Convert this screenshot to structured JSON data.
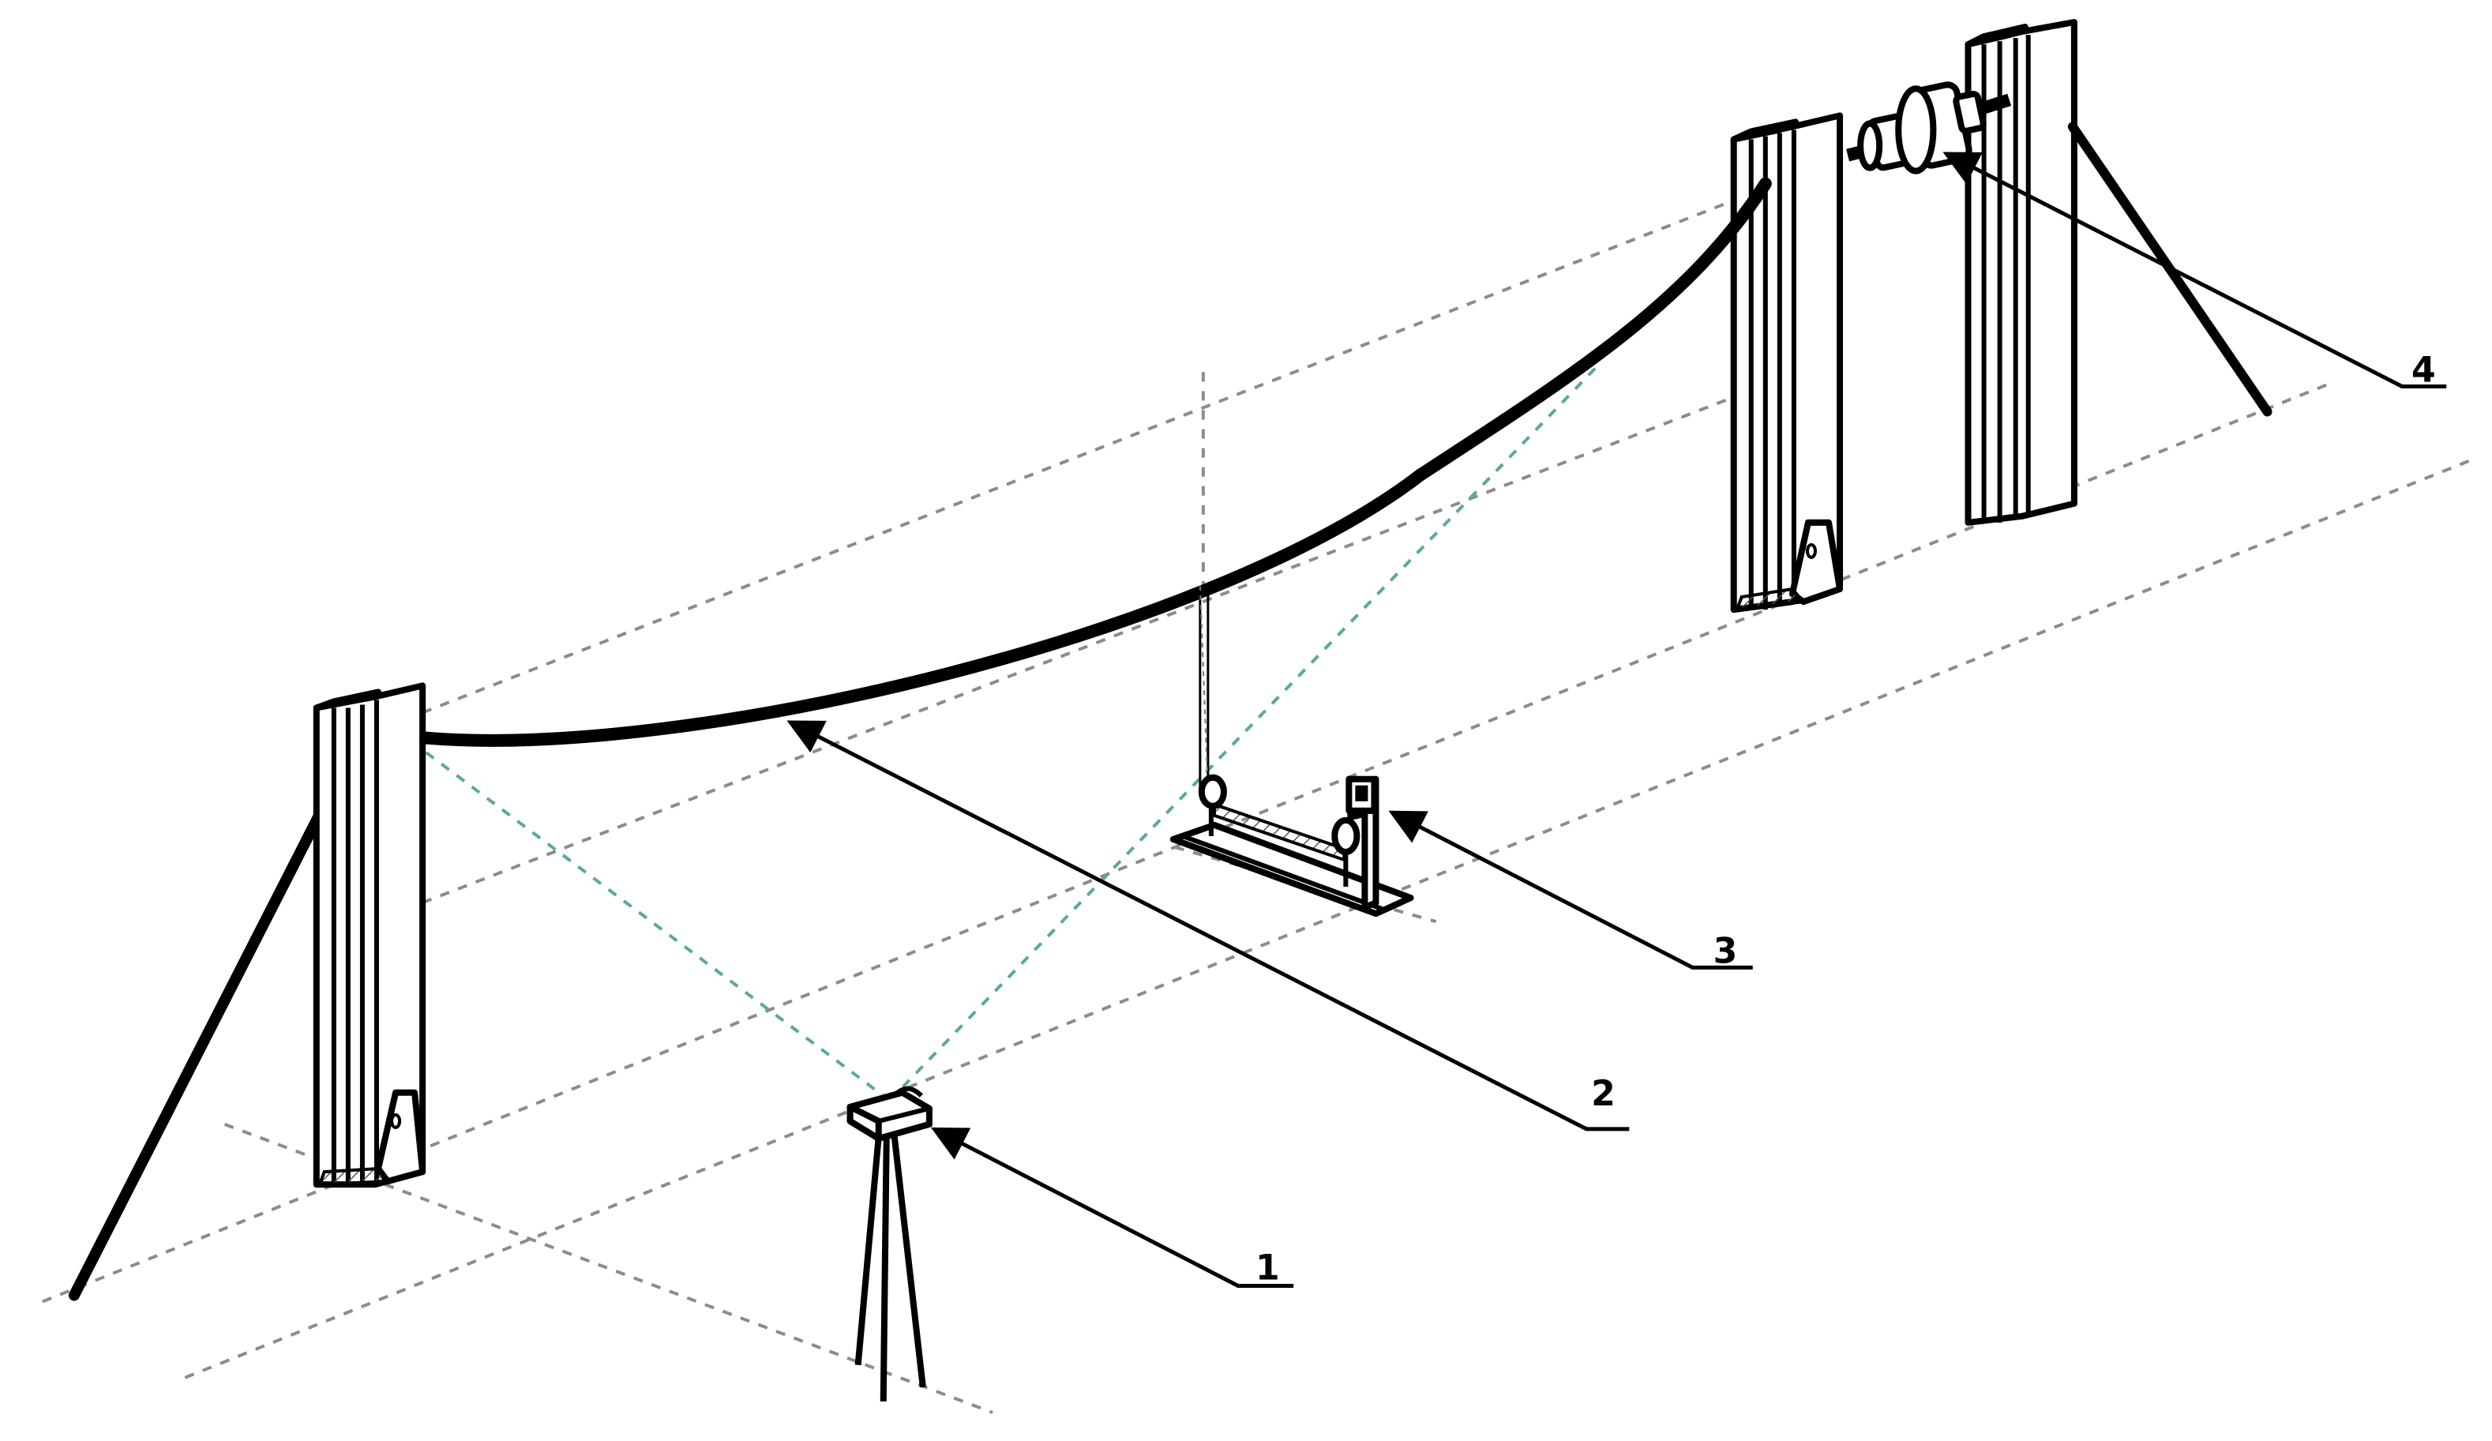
{
  "diagram": {
    "colors": {
      "line": "#000000",
      "guide_dashes": "#8c8c8c",
      "sight_lines": "#5aa99a",
      "background": "#ffffff"
    },
    "components": [
      {
        "id": "theodolite",
        "label": "1"
      },
      {
        "id": "sagging-cable",
        "label": "2"
      },
      {
        "id": "measuring-frame",
        "label": "3"
      },
      {
        "id": "tensioning-drum",
        "label": "4"
      }
    ]
  }
}
